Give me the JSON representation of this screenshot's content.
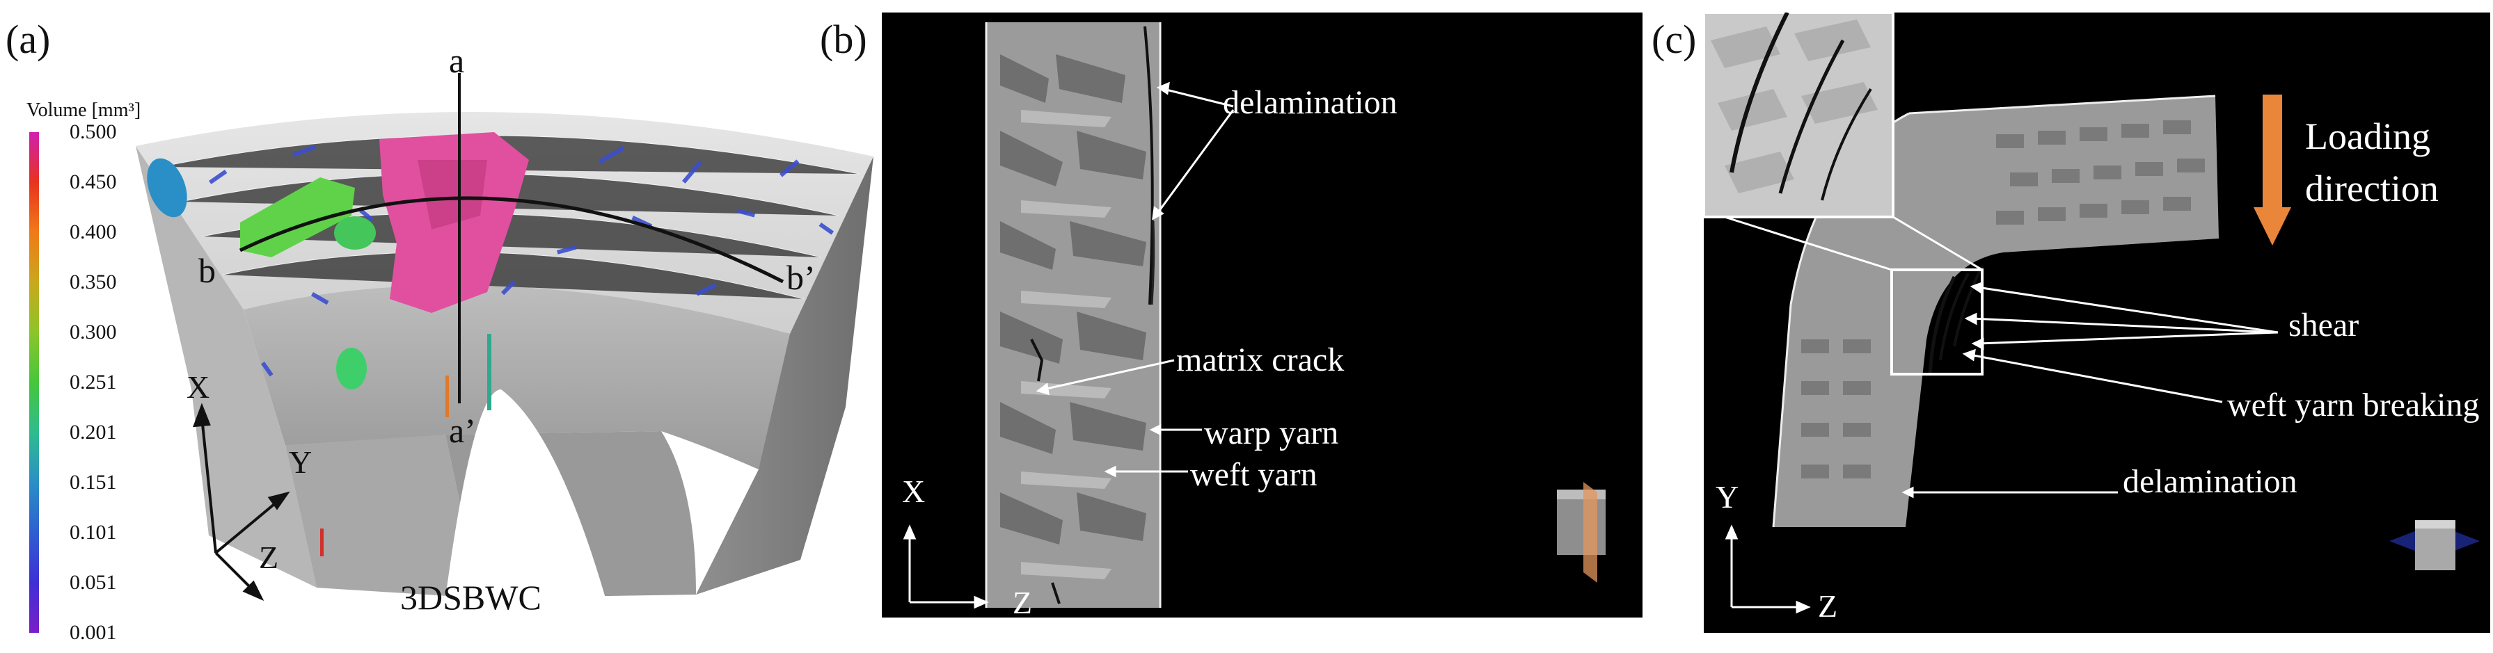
{
  "panel_a": {
    "label": "(a)",
    "colorbar": {
      "title": "Volume [mm³]",
      "ticks": [
        "0.500",
        "0.450",
        "0.400",
        "0.350",
        "0.300",
        "0.251",
        "0.201",
        "0.151",
        "0.101",
        "0.051",
        "0.001"
      ],
      "colors": [
        "#d01fb0",
        "#e8331e",
        "#f07a18",
        "#c9a81c",
        "#8cc52a",
        "#46c63c",
        "#2ebc8e",
        "#2a8fc6",
        "#2f5ed1",
        "#3f2fd6",
        "#7a1fc8"
      ]
    },
    "section_top": "a",
    "section_bottom": "a’",
    "section_left": "b",
    "section_right": "b’",
    "axis_x": "X",
    "axis_y": "Y",
    "axis_z": "Z",
    "caption": "3DSBWC"
  },
  "panel_b": {
    "label": "(b)",
    "annotations": {
      "delamination": "delamination",
      "matrix_crack": "matrix crack",
      "warp_yarn": "warp yarn",
      "weft_yarn": "weft yarn"
    },
    "axis_x": "X",
    "axis_z": "Z"
  },
  "panel_c": {
    "label": "(c)",
    "annotations": {
      "loading_line1": "Loading",
      "loading_line2": "direction",
      "shear": "shear",
      "weft_yarn_breaking": "weft yarn breaking",
      "delamination": "delamination"
    },
    "axis_y": "Y",
    "axis_z": "Z",
    "colors": {
      "loading_arrow": "#e9863a"
    }
  }
}
